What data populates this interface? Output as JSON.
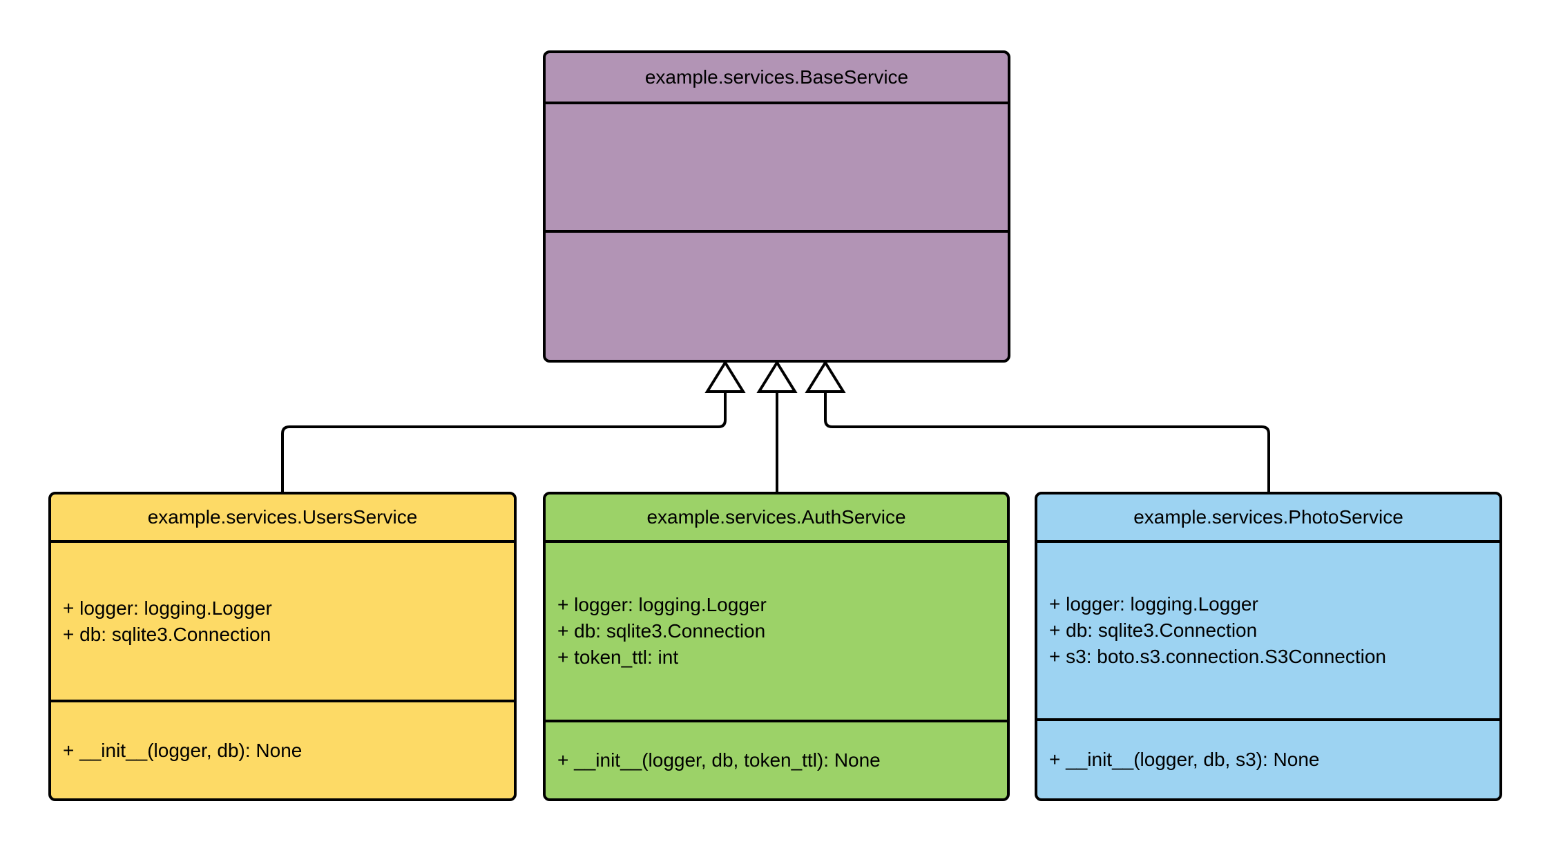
{
  "diagram": {
    "background_color": "#FFFFFF",
    "stroke_color": "#000000",
    "arrowhead_fill": "#FFFFFF",
    "relationship_type": "inheritance"
  },
  "classes": [
    {
      "title": "example.services.BaseService",
      "fill": "#B294B5",
      "attributes": [],
      "methods": []
    },
    {
      "title": "example.services.UsersService",
      "fill": "#FDDA66",
      "attributes": [
        "+ logger: logging.Logger",
        "+ db: sqlite3.Connection"
      ],
      "methods": [
        "+ __init__(logger, db): None"
      ]
    },
    {
      "title": "example.services.AuthService",
      "fill": "#9CD268",
      "attributes": [
        "+ logger: logging.Logger",
        "+ db: sqlite3.Connection",
        "+ token_ttl: int"
      ],
      "methods": [
        "+ __init__(logger, db, token_ttl): None"
      ]
    },
    {
      "title": "example.services.PhotoService",
      "fill": "#9DD3F2",
      "attributes": [
        "+ logger: logging.Logger",
        "+ db: sqlite3.Connection",
        "+ s3: boto.s3.connection.S3Connection"
      ],
      "methods": [
        "+ __init__(logger, db, s3): None"
      ]
    }
  ],
  "relationships": [
    {
      "type": "inheritance",
      "child": "example.services.UsersService",
      "parent": "example.services.BaseService"
    },
    {
      "type": "inheritance",
      "child": "example.services.AuthService",
      "parent": "example.services.BaseService"
    },
    {
      "type": "inheritance",
      "child": "example.services.PhotoService",
      "parent": "example.services.BaseService"
    }
  ]
}
